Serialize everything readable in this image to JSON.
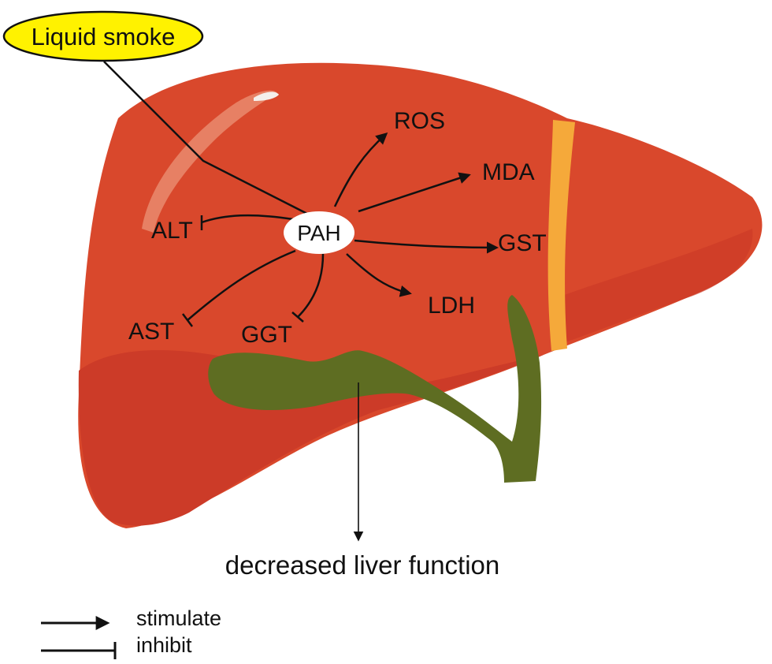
{
  "source": "Liquid smoke",
  "center": "PAH",
  "stimulated": [
    "ROS",
    "MDA",
    "GST",
    "LDH"
  ],
  "inhibited": [
    "ALT",
    "AST",
    "GGT"
  ],
  "outcome": "decreased liver function",
  "legend": {
    "stimulate": "stimulate",
    "inhibit": "inhibit"
  },
  "colors": {
    "liver": "#d9482c",
    "liver_lower": "#cc3b28",
    "gallbladder": "#5e6d22",
    "ligament": "#f5a93a",
    "source_fill": "#fff200"
  }
}
